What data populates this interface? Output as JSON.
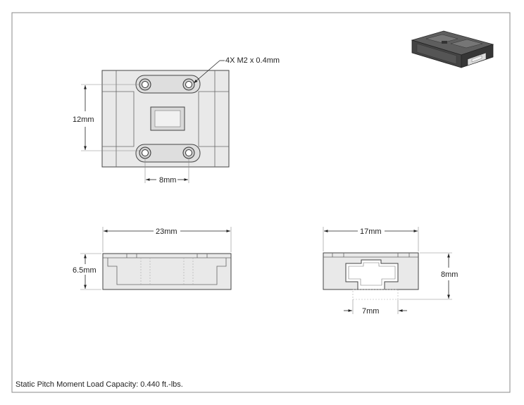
{
  "drawing": {
    "callout_holes": "4X M2 x 0.4mm",
    "dim_hole_vertical": "12mm",
    "dim_hole_horizontal": "8mm",
    "dim_length": "23mm",
    "dim_height": "6.5mm",
    "dim_width": "17mm",
    "dim_end_height": "8mm",
    "dim_rail_width": "7mm"
  },
  "footer": {
    "note": "Static Pitch Moment Load Capacity: 0.440 ft.-lbs."
  },
  "colors": {
    "part_fill": "#e6e6e6",
    "part_stroke": "#444444",
    "iso_dark": "#3a3a3a",
    "iso_mid": "#6a6a6a",
    "iso_light": "#8c8c8c"
  }
}
